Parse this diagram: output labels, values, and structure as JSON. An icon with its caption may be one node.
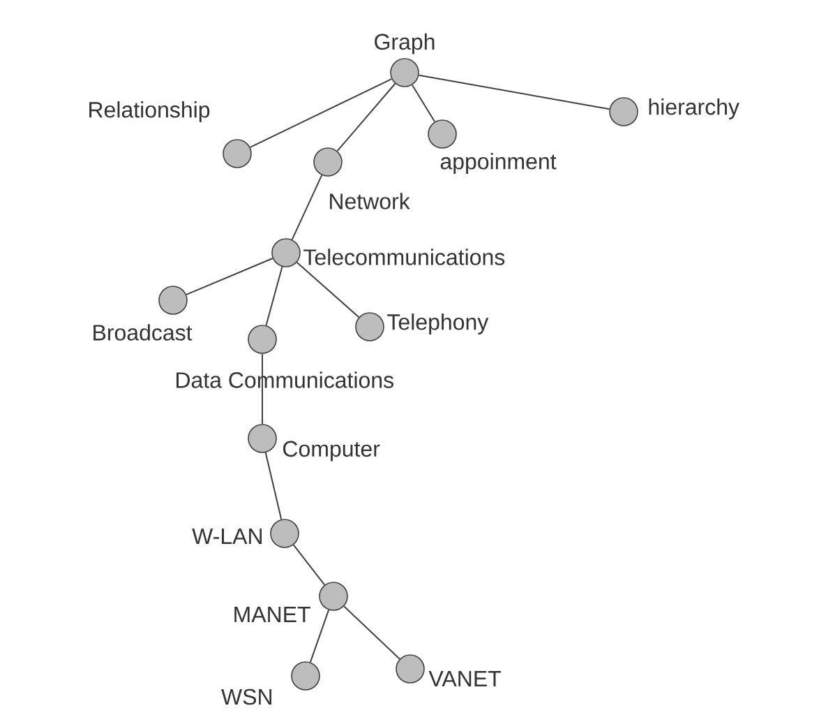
{
  "diagram": {
    "nodes": [
      {
        "text": [
          "Graph"
        ]
      },
      {
        "text": [
          "Relationship"
        ]
      },
      {
        "text": [
          "Network"
        ]
      },
      {
        "text": [
          "appoinment"
        ]
      },
      {
        "text": [
          "hierarchy"
        ]
      },
      {
        "text": [
          "Telecommunications"
        ]
      },
      {
        "text": [
          "Broadcast"
        ]
      },
      {
        "text": [
          "Data Communications"
        ]
      },
      {
        "text": [
          "Telephony"
        ]
      },
      {
        "text": [
          "Computer"
        ]
      },
      {
        "text": [
          "W-LAN"
        ]
      },
      {
        "text": [
          "MANET"
        ]
      },
      {
        "text": [
          "WSN"
        ]
      },
      {
        "text": [
          "VANET"
        ]
      }
    ],
    "edges": [
      {
        "from": 0,
        "to": 1,
        "arrow": "none"
      },
      {
        "from": 0,
        "to": 2,
        "arrow": "none"
      },
      {
        "from": 0,
        "to": 3,
        "arrow": "none"
      },
      {
        "from": 0,
        "to": 4,
        "arrow": "none"
      },
      {
        "from": 2,
        "to": 5,
        "arrow": "none"
      },
      {
        "from": 5,
        "to": 6,
        "arrow": "none"
      },
      {
        "from": 5,
        "to": 7,
        "arrow": "none"
      },
      {
        "from": 5,
        "to": 8,
        "arrow": "none"
      },
      {
        "from": 7,
        "to": 9,
        "arrow": "none"
      },
      {
        "from": 9,
        "to": 10,
        "arrow": "none"
      },
      {
        "from": 10,
        "to": 11,
        "arrow": "none"
      },
      {
        "from": 11,
        "to": 12,
        "arrow": "none"
      },
      {
        "from": 11,
        "to": 13,
        "arrow": "none"
      }
    ]
  }
}
